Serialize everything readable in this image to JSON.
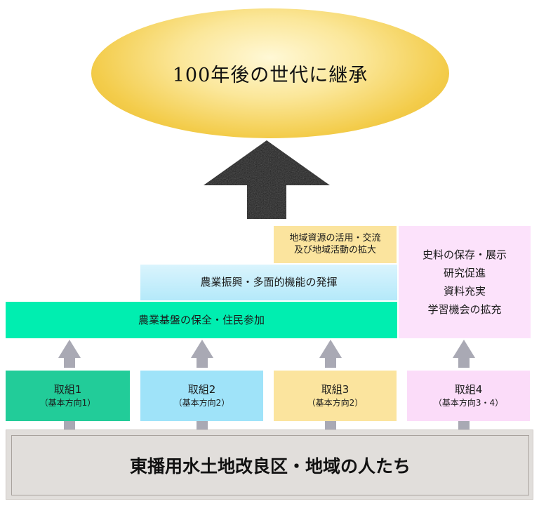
{
  "goal": "100年後の世代に継承",
  "tiers": {
    "regional": "地域資源の活用・交流\n及び地域活動の拡大",
    "agriculture": "農業振興・多面的機能の発揮",
    "foundation": "農業基盤の保全・住民参加",
    "history": "史料の保存・展示\n研究促進\n資料充実\n学習機会の拡充"
  },
  "initiatives": [
    {
      "label": "取組1",
      "sub": "（基本方向1）",
      "color": "#22cc99"
    },
    {
      "label": "取組2",
      "sub": "（基本方向2）",
      "color": "#9fe3f9"
    },
    {
      "label": "取組3",
      "sub": "（基本方向2）",
      "color": "#fbe49e"
    },
    {
      "label": "取組4",
      "sub": "（基本方向3・4）",
      "color": "#fbdcf9"
    }
  ],
  "base": "東播用水土地改良区・地域の人たち",
  "colors": {
    "goal": "#f3cc4a",
    "big_arrow": "#1a1a1a",
    "small_arrows": "#a9a9b4",
    "foundation": "#00eeb0",
    "agriculture": "#b9ecfb",
    "regional": "#fbe49e",
    "history": "#fce2fb",
    "base": "#e1dedb"
  },
  "icons": [
    "black-up-arrow-icon",
    "gray-up-arrow-icon"
  ]
}
